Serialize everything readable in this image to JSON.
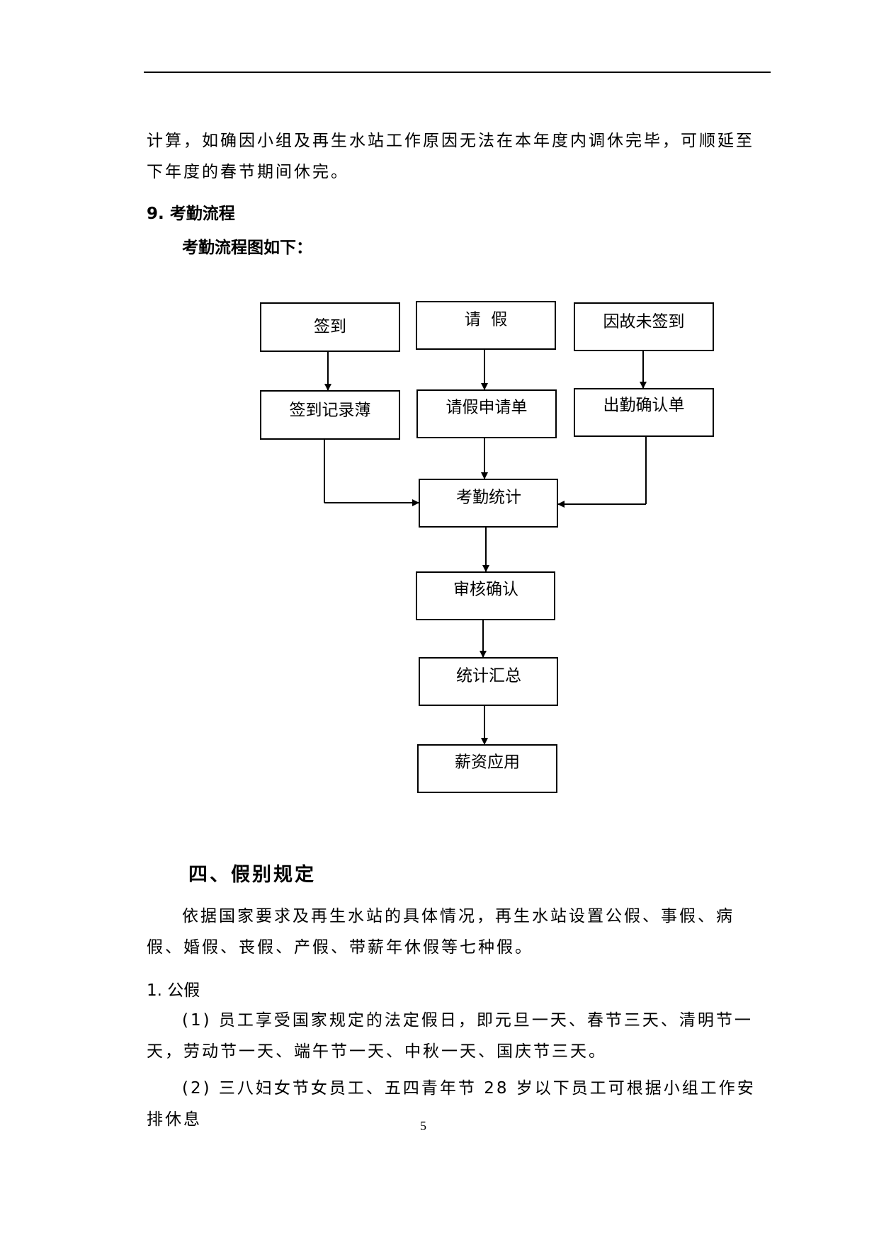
{
  "body": {
    "continuation_text": "计算，如确因小组及再生水站工作原因无法在本年度内调休完毕，可顺延至下年度的春节期间休完。",
    "section9_heading": "9. 考勤流程",
    "flow_intro": "考勤流程图如下："
  },
  "flowchart": {
    "signin": "签到",
    "leave": "请  假",
    "missed": "因故未签到",
    "signin_record": "签到记录薄",
    "leave_form": "请假申请单",
    "attendance_confirm": "出勤确认单",
    "stats": "考勤统计",
    "review": "审核确认",
    "summary": "统计汇总",
    "payroll": "薪资应用"
  },
  "section4": {
    "title": "四、假别规定",
    "intro": "依据国家要求及再生水站的具体情况，再生水站设置公假、事假、病假、婚假、丧假、产假、带薪年休假等七种假。",
    "sub1_heading": "1. 公假",
    "item1": "(1) 员工享受国家规定的法定假日，即元旦一天、春节三天、清明节一天，劳动节一天、端午节一天、中秋一天、国庆节三天。",
    "item2": "(2) 三八妇女节女员工、五四青年节 28 岁以下员工可根据小组工作安排休息"
  },
  "footer": {
    "page_number": "5"
  }
}
